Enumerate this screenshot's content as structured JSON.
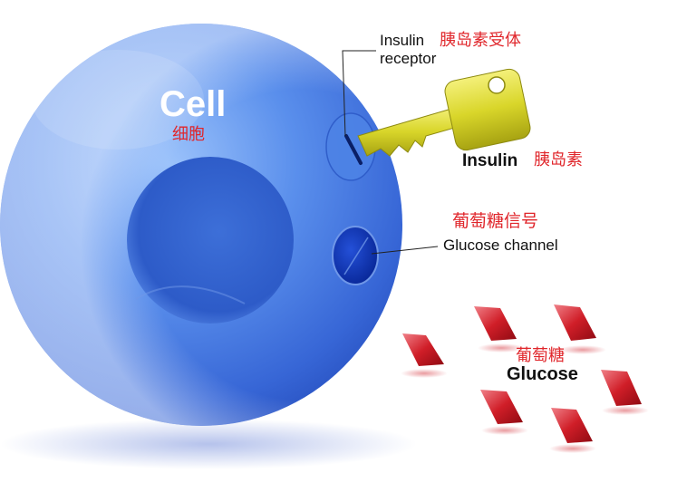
{
  "cell": {
    "title": "Cell",
    "title_zh": "细胞",
    "color": "#3f73dc"
  },
  "receptor": {
    "label_line1": "Insulin",
    "label_line2": "receptor",
    "label_zh": "胰岛素受体"
  },
  "insulin": {
    "label": "Insulin",
    "label_zh": "胰岛素",
    "key_color": "#d9d62a"
  },
  "glucose_channel": {
    "label": "Glucose channel",
    "label_zh": "葡萄糖信号"
  },
  "glucose": {
    "label": "Glucose",
    "label_zh": "葡萄糖",
    "color": "#c8161e"
  }
}
